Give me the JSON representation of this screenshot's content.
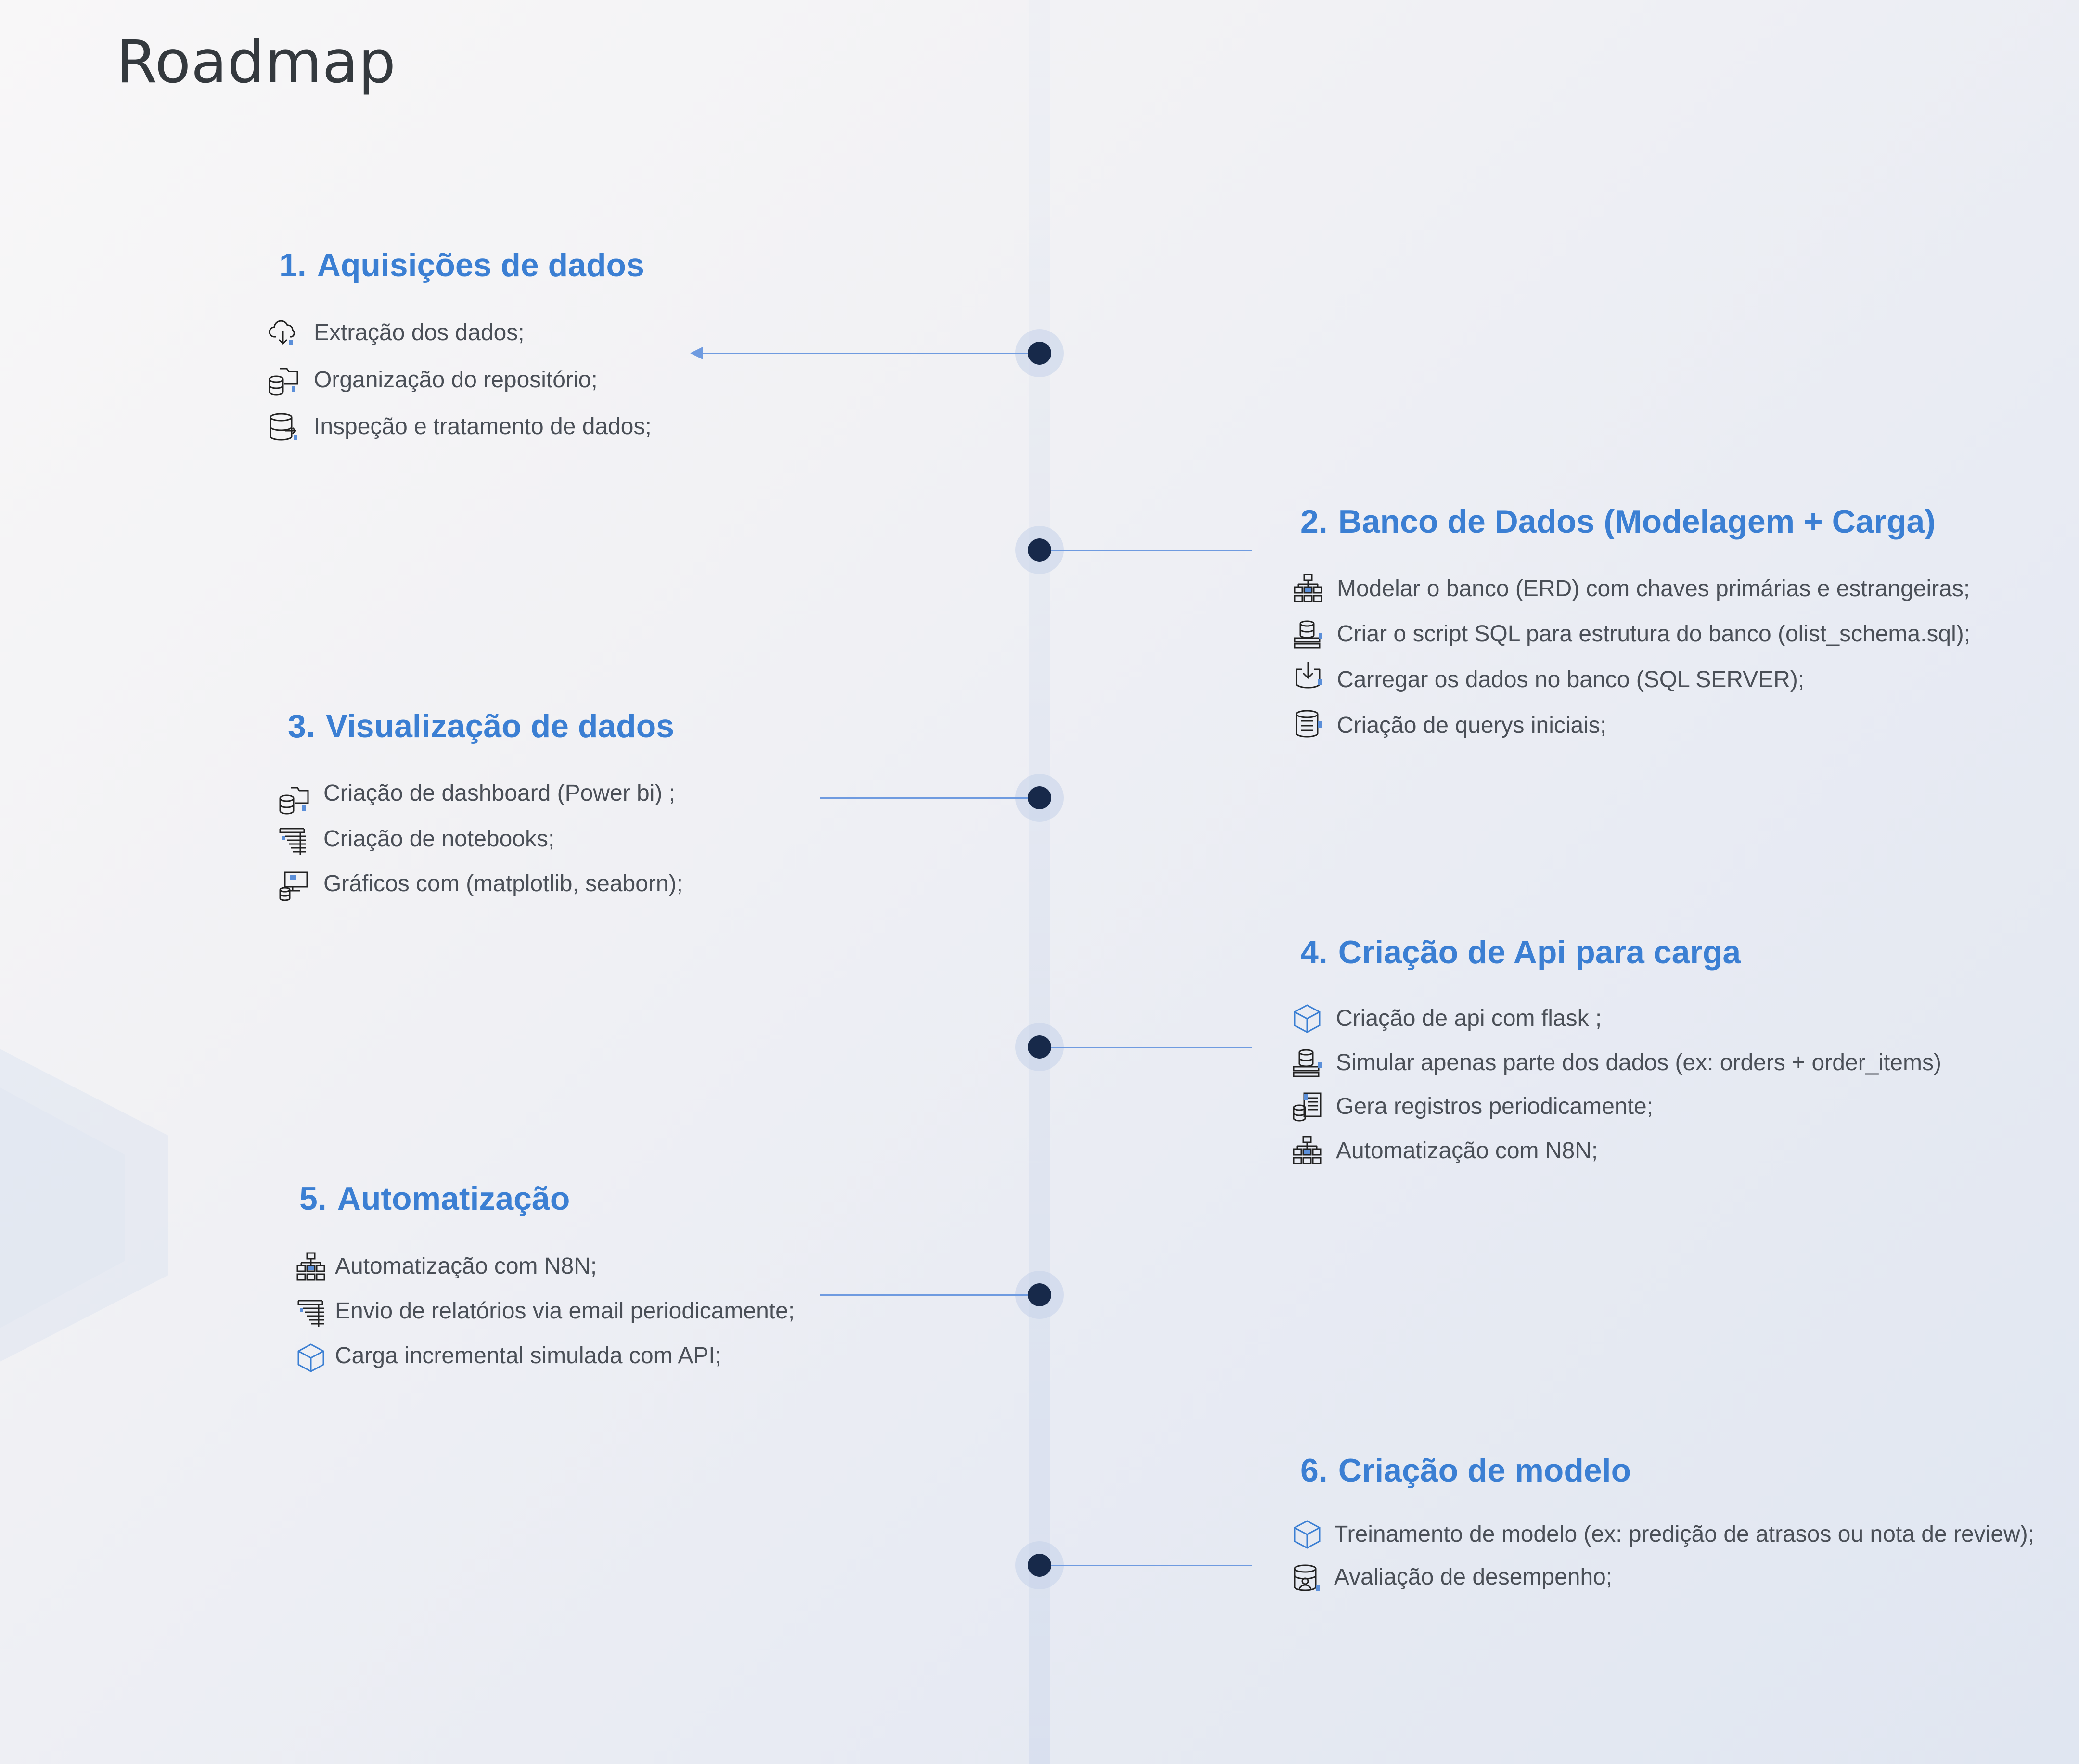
{
  "title": "Roadmap",
  "steps": [
    {
      "number": "1.",
      "title": "Aquisições de dados",
      "items": [
        {
          "icon": "cloud-download-icon",
          "text": "Extração dos dados;"
        },
        {
          "icon": "database-folder-icon",
          "text": "Organização do repositório;"
        },
        {
          "icon": "database-transfer-icon",
          "text": "Inspeção e tratamento de dados;"
        }
      ]
    },
    {
      "number": "2.",
      "title": "Banco de Dados (Modelagem + Carga)",
      "items": [
        {
          "icon": "network-hierarchy-icon",
          "text": "Modelar o banco (ERD) com chaves primárias e estrangeiras;"
        },
        {
          "icon": "database-stack-icon",
          "text": "Criar o script SQL para estrutura do banco (olist_schema.sql);"
        },
        {
          "icon": "download-box-icon",
          "text": "Carregar os dados no banco (SQL SERVER);"
        },
        {
          "icon": "database-list-icon",
          "text": "Criação de querys iniciais;"
        }
      ]
    },
    {
      "number": "3.",
      "title": "Visualização de dados",
      "items": [
        {
          "icon": "database-folder-icon",
          "text": "Criação de dashboard (Power bi) ;"
        },
        {
          "icon": "notebook-list-icon",
          "text": "Criação de notebooks;"
        },
        {
          "icon": "monitor-database-icon",
          "text": "Gráficos com (matplotlib, seaborn);"
        }
      ]
    },
    {
      "number": "4.",
      "title": "Criação de Api para carga",
      "items": [
        {
          "icon": "cube-icon",
          "text": "Criação de api com flask ;"
        },
        {
          "icon": "database-stack-icon",
          "text": "Simular apenas parte dos dados (ex: orders + order_items)"
        },
        {
          "icon": "database-report-icon",
          "text": "Gera registros periodicamente;"
        },
        {
          "icon": "network-hierarchy-icon",
          "text": "Automatização com N8N;"
        }
      ]
    },
    {
      "number": "5.",
      "title": "Automatização",
      "items": [
        {
          "icon": "network-hierarchy-icon",
          "text": "Automatização com N8N;"
        },
        {
          "icon": "notebook-list-icon",
          "text": "Envio de relatórios via email periodicamente;"
        },
        {
          "icon": "cube-icon",
          "text": "Carga incremental simulada com API;"
        }
      ]
    },
    {
      "number": "6.",
      "title": "Criação de modelo",
      "items": [
        {
          "icon": "cube-icon",
          "text": "Treinamento de modelo (ex: predição de atrasos ou nota de review);"
        },
        {
          "icon": "database-user-icon",
          "text": "Avaliação de desempenho;"
        }
      ]
    }
  ],
  "colors": {
    "heading": "#3b7fd3",
    "node": "#17294a",
    "connector": "#6f9be0",
    "icon_accent": "#5b8fd9"
  }
}
